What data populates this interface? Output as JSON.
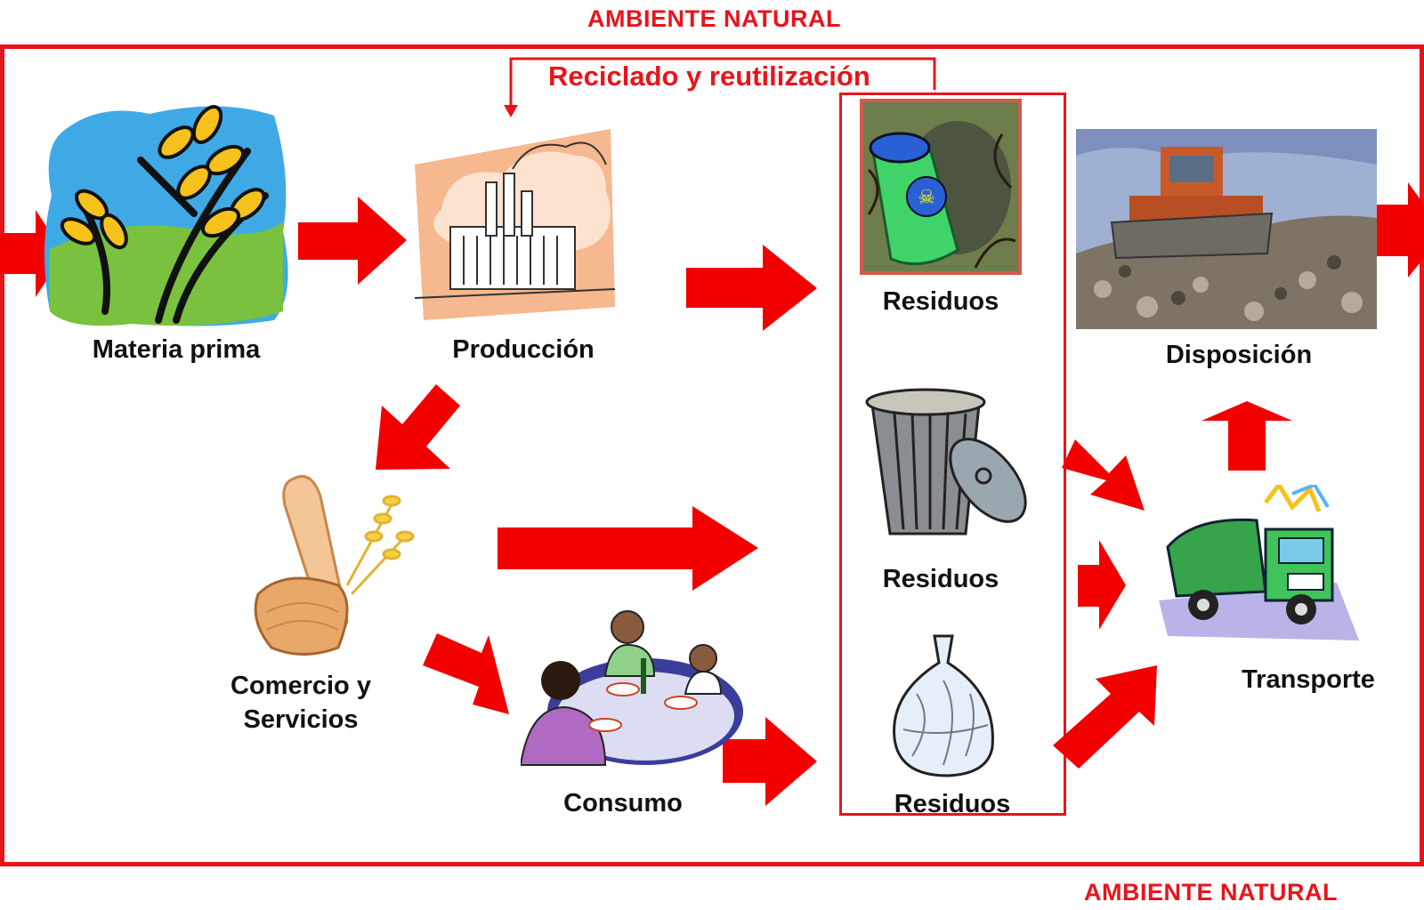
{
  "environment": {
    "top_label": "AMBIENTE NATURAL",
    "bottom_label": "AMBIENTE NATURAL"
  },
  "recycling": {
    "label": "Reciclado y reutilización"
  },
  "nodes": {
    "raw_material": {
      "label": "Materia prima",
      "icon": "wheat-icon"
    },
    "production": {
      "label": "Producción",
      "icon": "factory-icon"
    },
    "commerce": {
      "label_line1": "Comercio y",
      "label_line2": "Servicios",
      "icon": "bread-icon"
    },
    "consumption": {
      "label": "Consumo",
      "icon": "dining-people-icon"
    },
    "waste_toxic": {
      "label": "Residuos",
      "icon": "toxic-barrel-icon"
    },
    "waste_can": {
      "label": "Residuos",
      "icon": "trash-can-icon"
    },
    "waste_bag": {
      "label": "Residuos",
      "icon": "garbage-bag-icon"
    },
    "transport": {
      "label": "Transporte",
      "icon": "garbage-truck-icon"
    },
    "disposal": {
      "label": "Disposición",
      "icon": "landfill-bulldozer-icon"
    }
  },
  "colors": {
    "accent_red": "#e8141b",
    "arrow_red": "#f20000",
    "text": "#111111"
  }
}
